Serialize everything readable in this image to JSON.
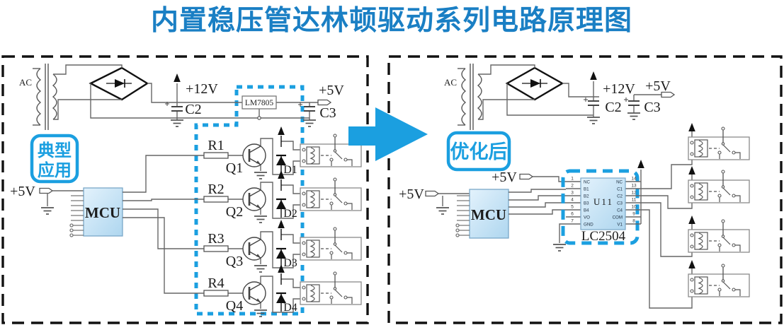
{
  "title": "内置稳压管达林顿驱动系列电路原理图",
  "colors": {
    "accent": "#1b9fe0",
    "title_blue": "#1a7fc4"
  },
  "left_panel": {
    "tag_line1": "典型",
    "tag_line2": "应用",
    "ac": "AC",
    "v12": "+12V",
    "c2": "C2",
    "regulator": "LM7805",
    "v5_rail": "+5V",
    "c3": "C3",
    "v5_mcu": "+5V",
    "mcu": "MCU",
    "channels": [
      {
        "r": "R1",
        "q": "Q1",
        "d": "D1"
      },
      {
        "r": "R2",
        "q": "Q2",
        "d": "D2"
      },
      {
        "r": "R3",
        "q": "Q3",
        "d": "D3"
      },
      {
        "r": "R4",
        "q": "Q4",
        "d": "D4"
      }
    ]
  },
  "right_panel": {
    "tag": "优化后",
    "ac": "AC",
    "v12": "+12V",
    "c2": "C2",
    "v5_rail": "+5V",
    "c3": "C3",
    "v5_mcu": "+5V",
    "v5_chip": "+5V",
    "mcu": "MCU",
    "chip": {
      "ref": "U11",
      "part": "LC2504",
      "left_pins": [
        {
          "num": "1",
          "label": "NC"
        },
        {
          "num": "2",
          "label": "B1"
        },
        {
          "num": "3",
          "label": "B2"
        },
        {
          "num": "4",
          "label": "B3"
        },
        {
          "num": "5",
          "label": "B4"
        },
        {
          "num": "6",
          "label": "VO"
        },
        {
          "num": "7",
          "label": "GND"
        }
      ],
      "right_pins": [
        {
          "num": "14",
          "label": "NC"
        },
        {
          "num": "13",
          "label": "C1"
        },
        {
          "num": "12",
          "label": "C2"
        },
        {
          "num": "11",
          "label": "C3"
        },
        {
          "num": "10",
          "label": "C4"
        },
        {
          "num": "9",
          "label": "COM"
        },
        {
          "num": "8",
          "label": "V1"
        }
      ]
    }
  }
}
